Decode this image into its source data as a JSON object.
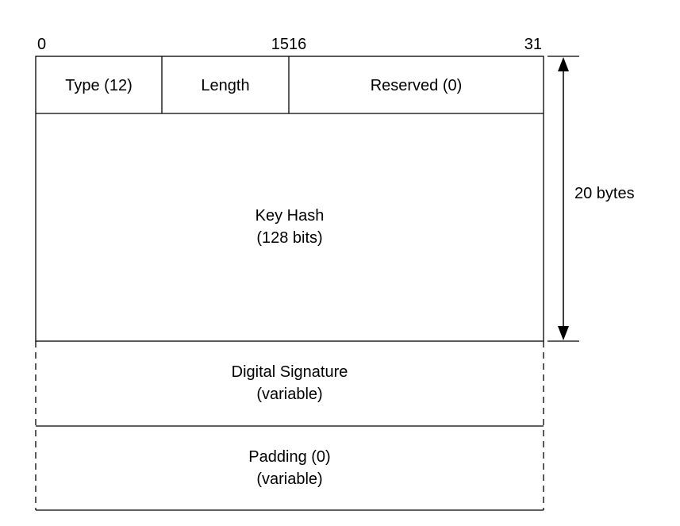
{
  "bit_labels": {
    "start": "0",
    "middle": "1516",
    "end": "31"
  },
  "header_fields": {
    "type": "Type (12)",
    "length": "Length",
    "reserved": "Reserved (0)"
  },
  "key_hash": {
    "line1": "Key Hash",
    "line2": "(128 bits)"
  },
  "digital_signature": {
    "line1": "Digital Signature",
    "line2": "(variable)"
  },
  "padding": {
    "line1": "Padding (0)",
    "line2": "(variable)"
  },
  "size_annotation": {
    "label": "20 bytes"
  },
  "colors": {
    "stroke": "#000000",
    "background": "#ffffff",
    "text": "#000000"
  }
}
